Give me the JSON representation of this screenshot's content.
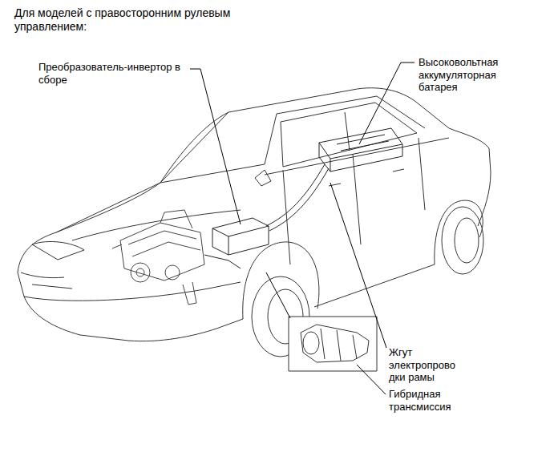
{
  "diagram": {
    "title": "Для моделей с правосторонним рулевым управлением:",
    "labels": [
      "Преобразователь-инвертор в сборе",
      "Высоковольтная аккумуляторная батарея",
      "Жгут электропрово дки рамы",
      "Гибридная трансмиссия"
    ]
  }
}
